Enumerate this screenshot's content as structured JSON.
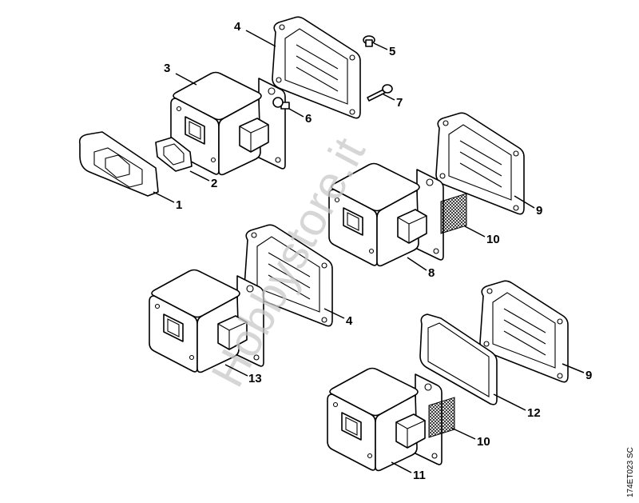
{
  "diagram": {
    "callouts": [
      {
        "id": "c4a",
        "label": "4"
      },
      {
        "id": "c5",
        "label": "5"
      },
      {
        "id": "c3",
        "label": "3"
      },
      {
        "id": "c7",
        "label": "7"
      },
      {
        "id": "c6",
        "label": "6"
      },
      {
        "id": "c2",
        "label": "2"
      },
      {
        "id": "c1",
        "label": "1"
      },
      {
        "id": "c9a",
        "label": "9"
      },
      {
        "id": "c10a",
        "label": "10"
      },
      {
        "id": "c8",
        "label": "8"
      },
      {
        "id": "c4b",
        "label": "4"
      },
      {
        "id": "c13",
        "label": "13"
      },
      {
        "id": "c9b",
        "label": "9"
      },
      {
        "id": "c12",
        "label": "12"
      },
      {
        "id": "c10b",
        "label": "10"
      },
      {
        "id": "c11",
        "label": "11"
      }
    ],
    "watermark": "Hobbystore.it",
    "drawing_code": "174ET023 SC"
  }
}
